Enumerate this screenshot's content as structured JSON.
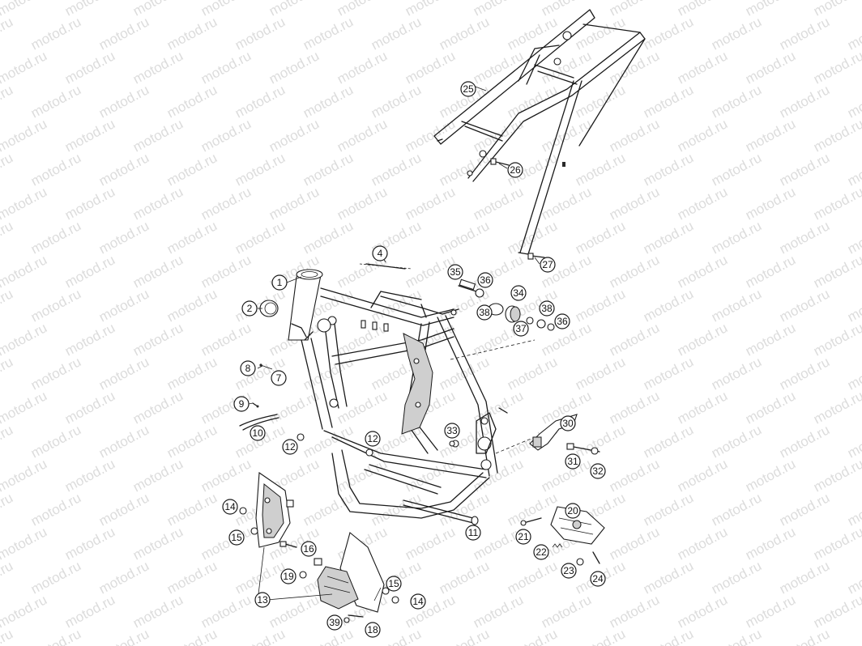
{
  "watermark": "motod.ru",
  "callouts": [
    "1",
    "2",
    "4",
    "7",
    "8",
    "9",
    "10",
    "11",
    "12",
    "12",
    "13",
    "14",
    "14",
    "15",
    "15",
    "16",
    "18",
    "19",
    "20",
    "21",
    "22",
    "23",
    "24",
    "25",
    "26",
    "27",
    "30",
    "31",
    "32",
    "33",
    "34",
    "35",
    "36",
    "36",
    "37",
    "38",
    "38",
    "39"
  ]
}
